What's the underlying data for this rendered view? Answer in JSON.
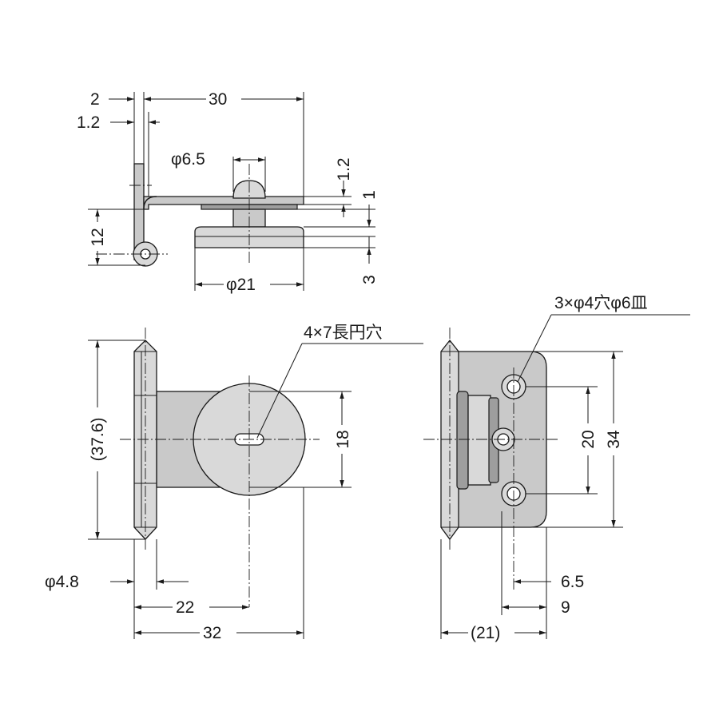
{
  "diagram": {
    "top_view": {
      "labels": {
        "t2": "2",
        "t1_2": "1.2",
        "w30": "30",
        "phi6_5": "φ6.5",
        "v1_2": "1.2",
        "v1": "1",
        "v12": "12",
        "v3": "3",
        "phi21": "φ21"
      }
    },
    "front_view": {
      "labels": {
        "slot_note": "4×7長円穴",
        "h37_6": "(37.6)",
        "h18": "18",
        "phi4_8": "φ4.8",
        "w22": "22",
        "w32": "32"
      }
    },
    "side_view": {
      "labels": {
        "hole_note": "3×φ4穴φ6皿",
        "h20": "20",
        "h34": "34",
        "w6_5": "6.5",
        "w9": "9",
        "w21": "(21)"
      }
    }
  }
}
